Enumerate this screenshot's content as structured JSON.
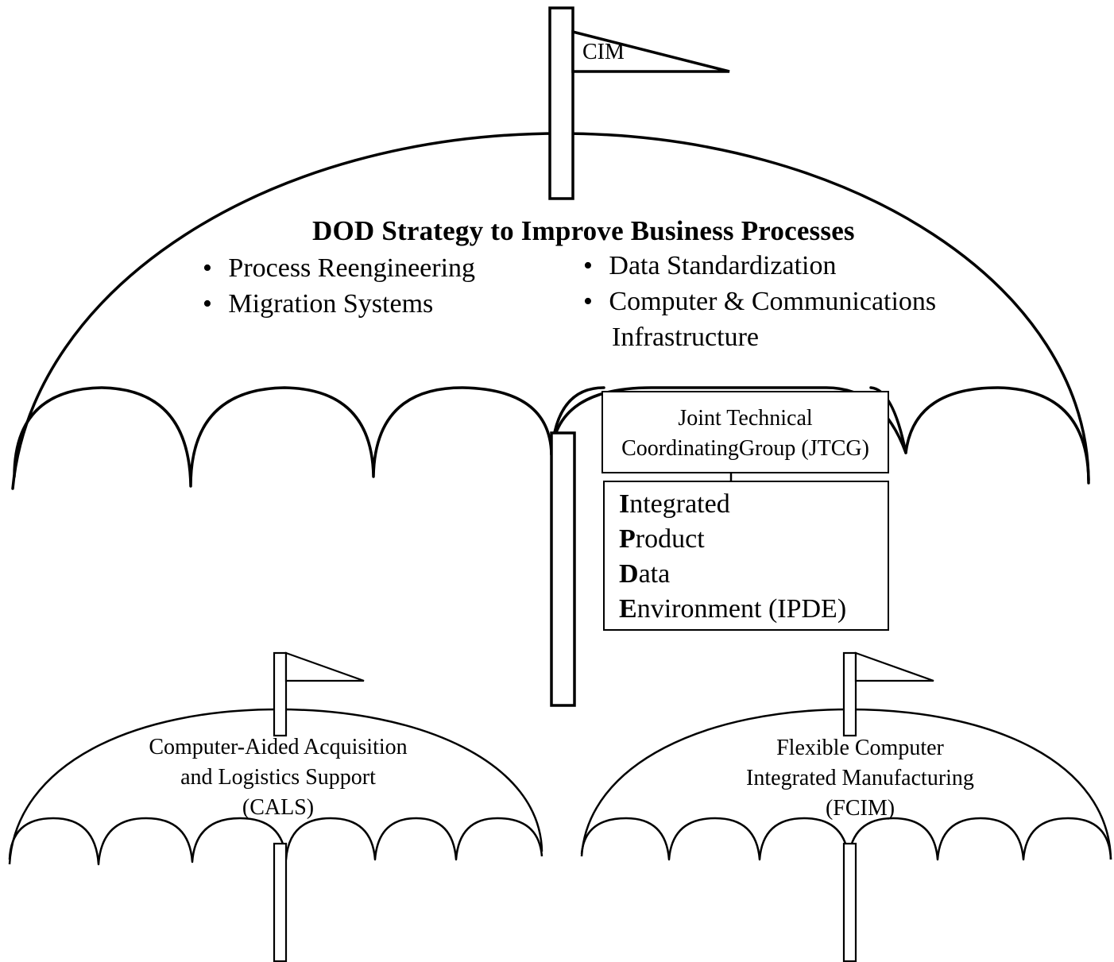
{
  "main_umbrella": {
    "flag_label": "CIM",
    "title": "DOD Strategy to Improve Business Processes",
    "bullets_left": [
      "Process Reengineering",
      "Migration Systems"
    ],
    "bullets_right": [
      "Data Standardization",
      "Computer & Communications",
      "Infrastructure"
    ],
    "bullet_symbol": "•"
  },
  "jtcg_box": {
    "line1": "Joint Technical",
    "line2": "CoordinatingGroup (JTCG)"
  },
  "ipde_box": {
    "lines": [
      {
        "initial": "I",
        "rest": "ntegrated"
      },
      {
        "initial": "P",
        "rest": "roduct"
      },
      {
        "initial": "D",
        "rest": "ata"
      },
      {
        "initial": "E",
        "rest": "nvironment (IPDE)"
      }
    ]
  },
  "cals_umbrella": {
    "line1": "Computer-Aided Acquisition",
    "line2": "and Logistics Support",
    "line3": "(CALS)"
  },
  "fcim_umbrella": {
    "line1": "Flexible Computer",
    "line2": "Integrated Manufacturing",
    "line3": "(FCIM)"
  }
}
